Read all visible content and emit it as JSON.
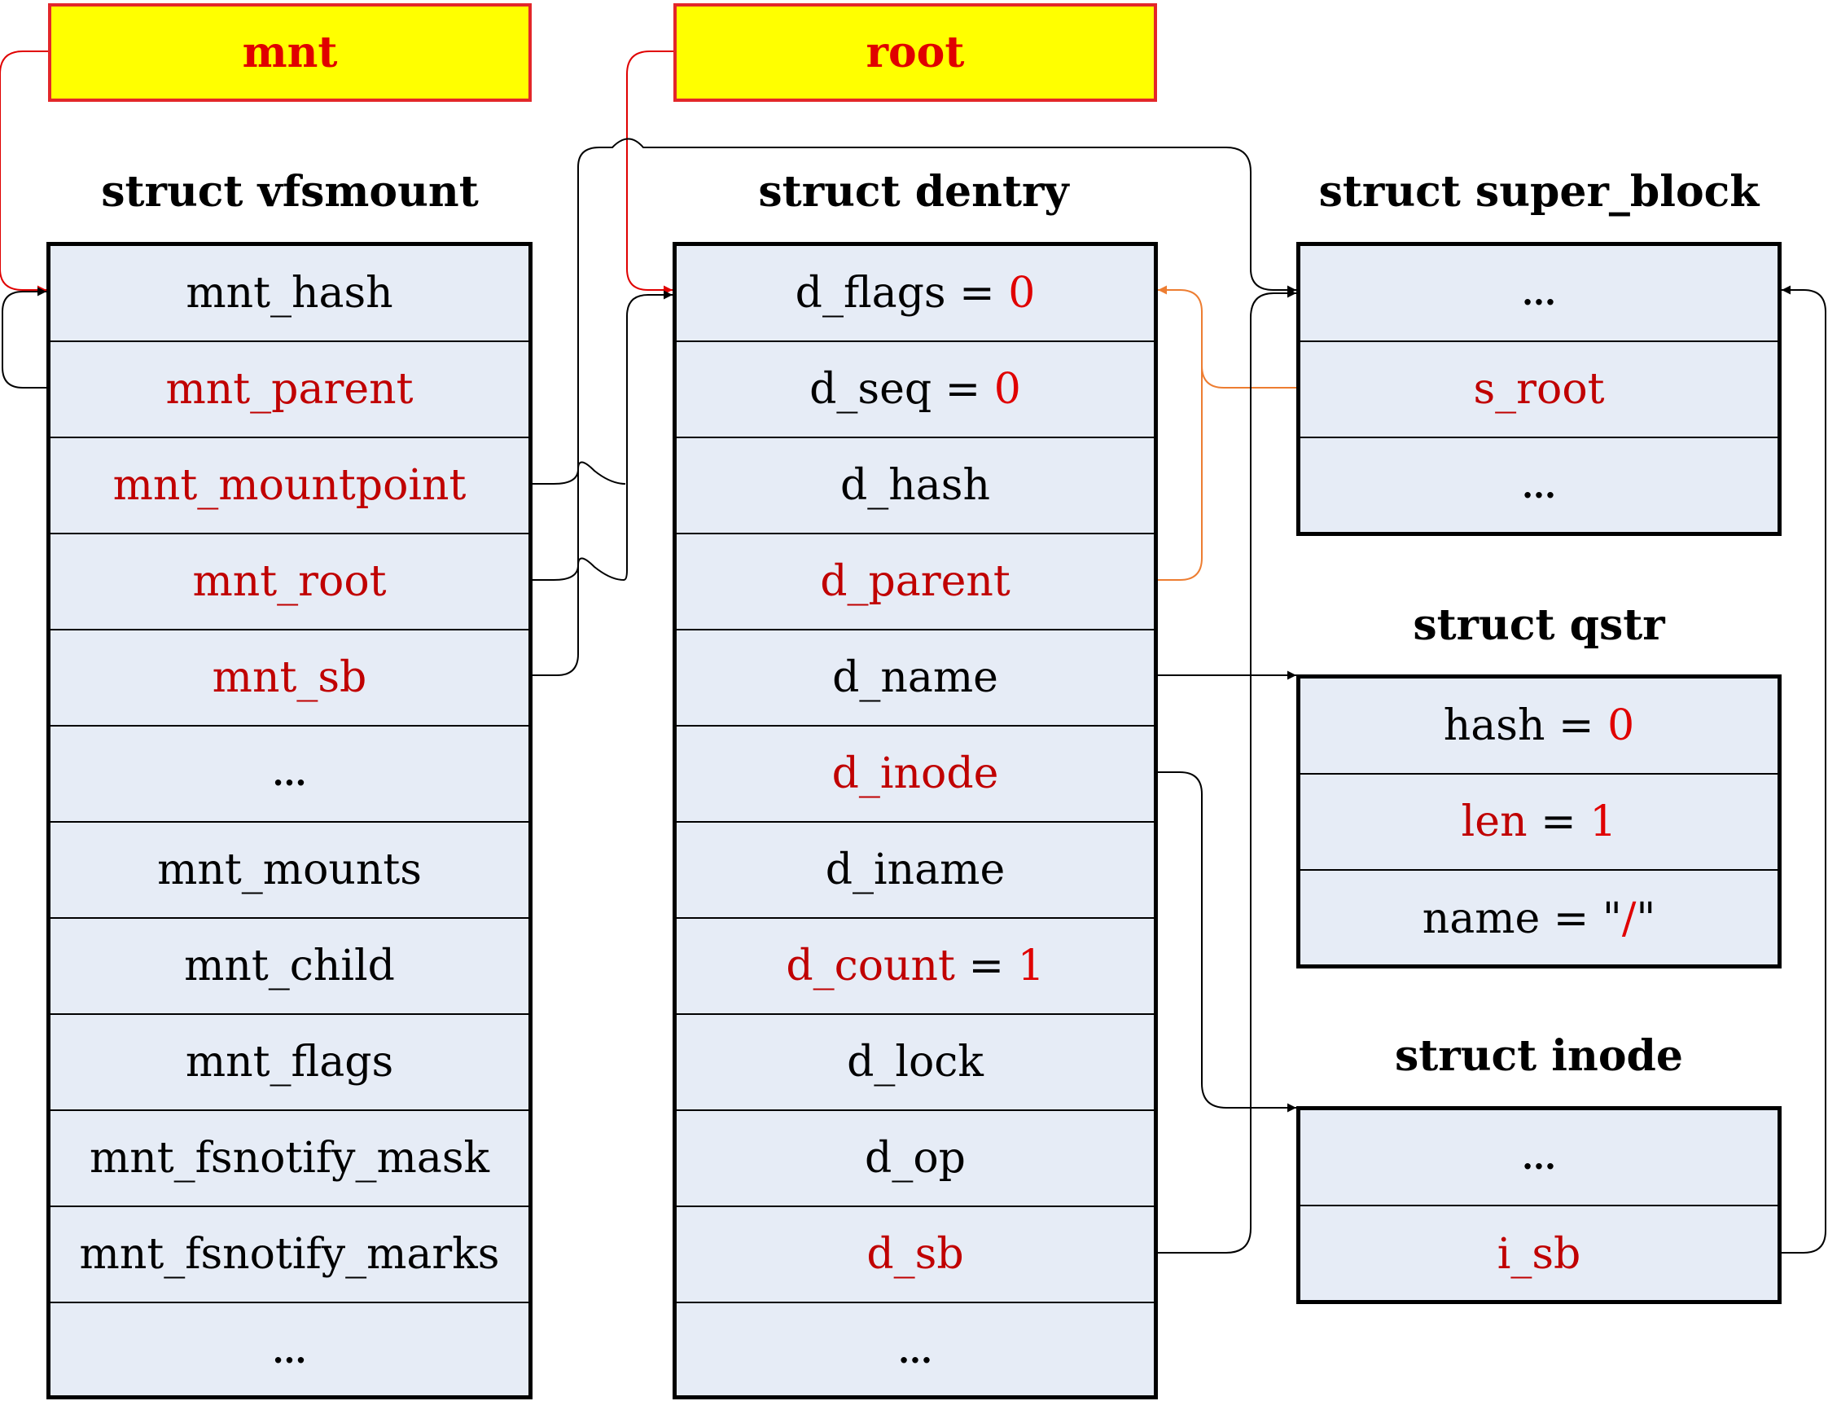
{
  "pointers": {
    "mnt": "mnt",
    "root": "root"
  },
  "structs": {
    "vfsmount": {
      "title": "struct vfsmount",
      "fields": {
        "mnt_hash": "mnt_hash",
        "mnt_parent": "mnt_parent",
        "mnt_mountpoint": "mnt_mountpoint",
        "mnt_root": "mnt_root",
        "mnt_sb": "mnt_sb",
        "ellipsis_1": "...",
        "mnt_mounts": "mnt_mounts",
        "mnt_child": "mnt_child",
        "mnt_flags": "mnt_flags",
        "mnt_fsnotify_mask": "mnt_fsnotify_mask",
        "mnt_fsnotify_marks": "mnt_fsnotify_marks",
        "ellipsis_2": "..."
      }
    },
    "dentry": {
      "title": "struct dentry",
      "fields": {
        "d_flags": {
          "label": "d_flags = ",
          "value": "0"
        },
        "d_seq": {
          "label": "d_seq = ",
          "value": "0"
        },
        "d_hash": "d_hash",
        "d_parent": "d_parent",
        "d_name": "d_name",
        "d_inode": "d_inode",
        "d_iname": "d_iname",
        "d_count": {
          "label": "d_count",
          "eq": " = ",
          "value": "1"
        },
        "d_lock": "d_lock",
        "d_op": "d_op",
        "d_sb": "d_sb",
        "ellipsis": "..."
      }
    },
    "super_block": {
      "title": "struct super_block",
      "fields": {
        "ellipsis_1": "...",
        "s_root": "s_root",
        "ellipsis_2": "..."
      }
    },
    "qstr": {
      "title": "struct qstr",
      "fields": {
        "hash": {
          "label": "hash = ",
          "value": "0"
        },
        "len": {
          "label": "len",
          "eq": " = ",
          "value": "1"
        },
        "name": {
          "prefix": "name = \"",
          "value": "/",
          "suffix": "\""
        }
      }
    },
    "inode": {
      "title": "struct inode",
      "fields": {
        "ellipsis": "...",
        "i_sb": "i_sb"
      }
    }
  },
  "colors": {
    "pointer_fill": "#ffff00",
    "pointer_border": "#e3272a",
    "pointer_text": "#e00000",
    "field_fill": "#e6ecf6",
    "field_red": "#c00000",
    "value_red": "#e00000",
    "link_black": "#000000",
    "link_red": "#e00000",
    "link_orange": "#ed7d31"
  }
}
